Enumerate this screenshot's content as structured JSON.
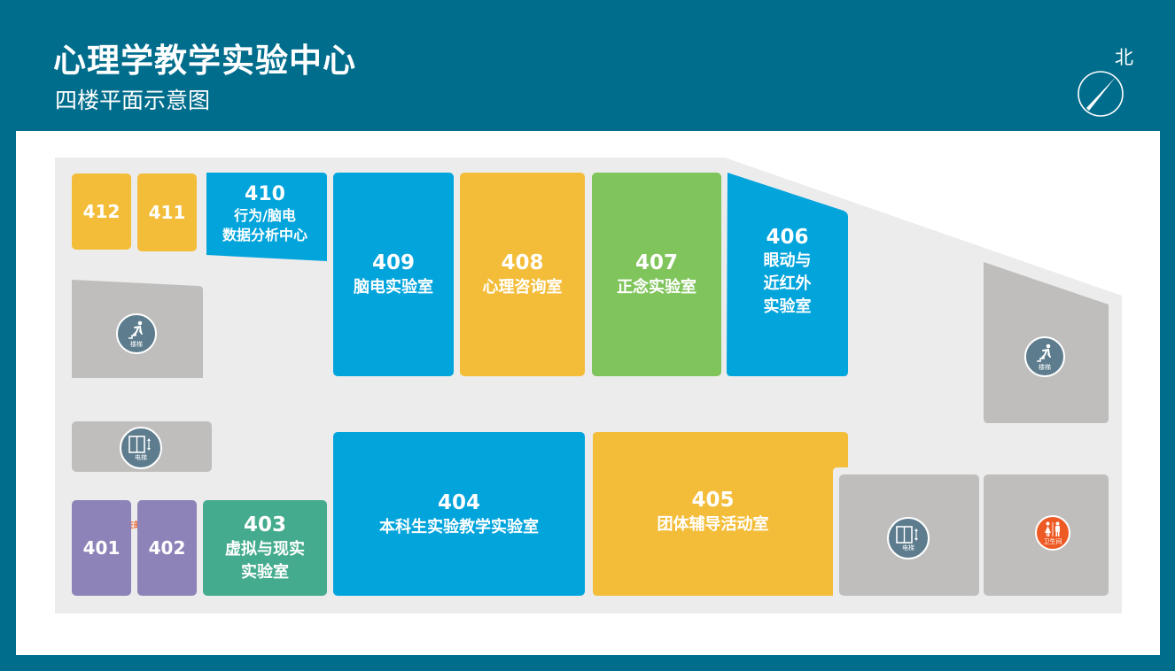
{
  "header": {
    "title": "心理学教学实验中心",
    "subtitle": "四楼平面示意图",
    "north_label": "北"
  },
  "colors": {
    "background": "#016d8c",
    "yellow": "#f3bd39",
    "blue": "#02a4dc",
    "green": "#80c45c",
    "purple": "#8e83b8",
    "teal": "#45ab8e",
    "grey": "#bfbebd",
    "floor": "#ececec",
    "icon": "#5d7c8e",
    "accent": "#ee5a24"
  },
  "rooms": {
    "r412": {
      "number": "412"
    },
    "r411": {
      "number": "411"
    },
    "r410": {
      "number": "410",
      "name_line1": "行为/脑电",
      "name_line2": "数据分析中心"
    },
    "r409": {
      "number": "409",
      "name_line1": "脑电实验室"
    },
    "r408": {
      "number": "408",
      "name_line1": "心理咨询室"
    },
    "r407": {
      "number": "407",
      "name_line1": "正念实验室"
    },
    "r406": {
      "number": "406",
      "name_line1": "眼动与",
      "name_line2": "近红外",
      "name_line3": "实验室"
    },
    "r404": {
      "number": "404",
      "name_line1": "本科生实验教学实验室"
    },
    "r405": {
      "number": "405",
      "name_line1": "团体辅导活动室"
    },
    "r401": {
      "number": "401"
    },
    "r402": {
      "number": "402"
    },
    "r403": {
      "number": "403",
      "name_line1": "虚拟与现实",
      "name_line2": "实验室"
    }
  },
  "facilities": {
    "stairs_label": "楼梯",
    "elevator_label": "电梯",
    "restroom_label": "卫生间",
    "stairs_icon": "stairs-icon",
    "elevator_icon": "elevator-icon",
    "restroom_icon": "restroom-icon"
  },
  "you_are_here": "您所在的位置"
}
